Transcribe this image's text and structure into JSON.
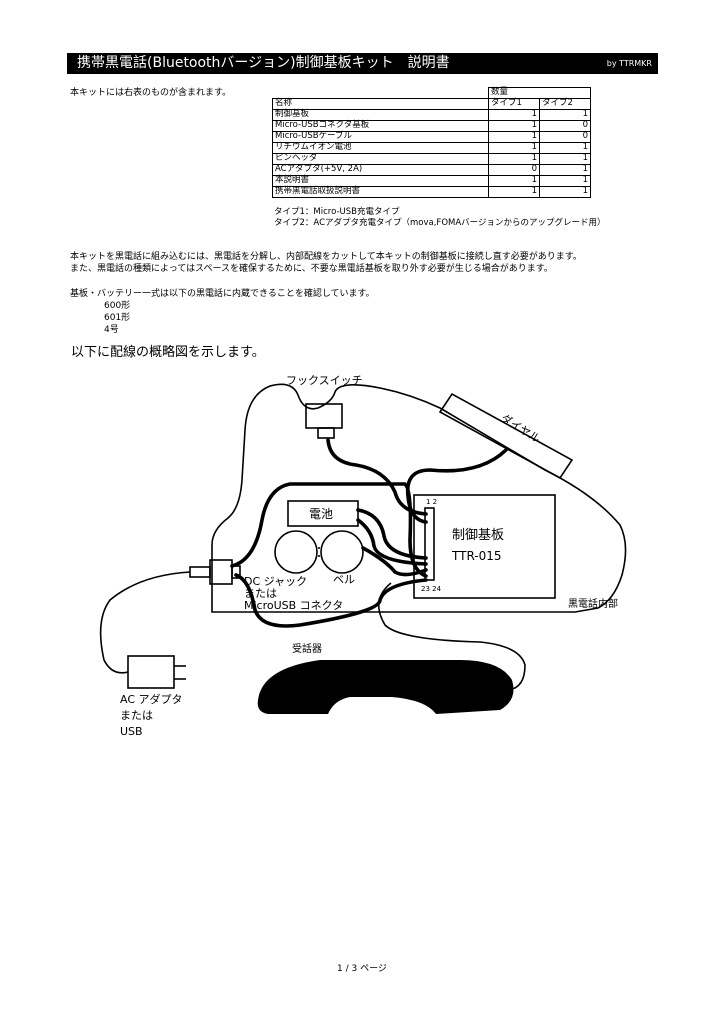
{
  "header": {
    "title": "携帯黒電話(Bluetoothバージョン)制御基板キット　説明書",
    "by": "by TTRMKR"
  },
  "intro": "本キットには右表のものが含まれます。",
  "table": {
    "qty_header": "数量",
    "col_name": "名称",
    "col_type1": "タイプ1",
    "col_type2": "タイプ2",
    "rows": [
      {
        "name": "制御基板",
        "t1": "1",
        "t2": "1"
      },
      {
        "name": "Micro-USBコネクタ基板",
        "t1": "1",
        "t2": "0"
      },
      {
        "name": "Micro-USBケーブル",
        "t1": "1",
        "t2": "0"
      },
      {
        "name": "リチウムイオン電池",
        "t1": "1",
        "t2": "1"
      },
      {
        "name": "ピンヘッダ",
        "t1": "1",
        "t2": "1"
      },
      {
        "name": "ACアダプタ(+5V, 2A)",
        "t1": "0",
        "t2": "1"
      },
      {
        "name": "本説明書",
        "t1": "1",
        "t2": "1"
      },
      {
        "name": "携帯黒電話取扱説明書",
        "t1": "1",
        "t2": "1"
      }
    ],
    "notes": [
      "タイプ1：Micro-USB充電タイプ",
      "タイプ2：ACアダプタ充電タイプ（mova,FOMAバージョンからのアップグレード用）"
    ]
  },
  "paragraph": [
    "本キットを黒電話に組み込むには、黒電話を分解し、内部配線をカットして本キットの制御基板に接続し直す必要があります。",
    "また、黒電話の種類によってはスペースを確保するために、不要な黒電話基板を取り外す必要が生じる場合があります。"
  ],
  "compat_intro": "基板・バッテリー一式は以下の黒電話に内蔵できることを確認しています。",
  "models": [
    "600形",
    "601形",
    "4号"
  ],
  "diagram_heading": "以下に配線の概略図を示します。",
  "diagram": {
    "hook_switch": "フックスイッチ",
    "dial": "ダイヤル",
    "battery": "電池",
    "board_title": "制御基板",
    "board_model": "TTR-015",
    "pin_top": "1 2",
    "pin_bottom": "23 24",
    "dc_jack": "DC ジャック",
    "or1": "または",
    "microusb": "MicroUSB コネクタ",
    "bell": "ベル",
    "phone_inside": "黒電話内部",
    "handset": "受話器",
    "ac_adapter": "AC アダプタ",
    "or2": "または",
    "usb": "USB"
  },
  "footer": "1 / 3 ページ"
}
